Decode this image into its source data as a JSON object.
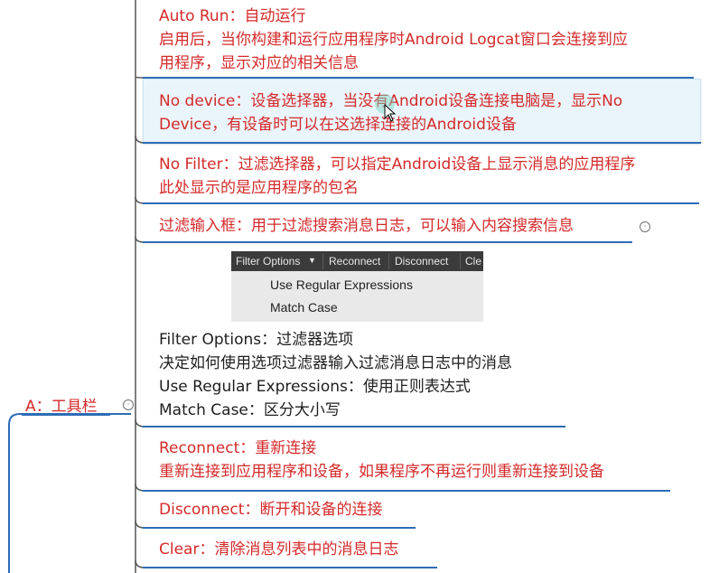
{
  "root": {
    "label": "A：工具栏"
  },
  "nodes": {
    "auto_run": {
      "title": "Auto Run：自动运行",
      "line2": "启用后，当你构建和运行应用程序时Android Logcat窗口会连接到应",
      "line3": "用程序，显示对应的相关信息"
    },
    "no_device": {
      "line1": "No device：设备选择器，当没有Android设备连接电脑是，显示No",
      "line2": "Device，有设备时可以在这选择连接的Android设备"
    },
    "no_filter": {
      "line1": "No Filter：过滤选择器，可以指定Android设备上显示消息的应用程序",
      "line2": "此处显示的是应用程序的包名"
    },
    "filter_input": {
      "line1": "过滤输入框：用于过滤搜索消息日志，可以输入内容搜索信息"
    },
    "filter_options": {
      "line1": "Filter Options：过滤器选项",
      "line2": "决定如何使用选项过滤器输入过滤消息日志中的消息",
      "line3": "Use Regular Expressions：使用正则表达式",
      "line4": "Match Case：区分大小写"
    },
    "reconnect": {
      "line1": "Reconnect：重新连接",
      "line2": "重新连接到应用程序和设备，如果程序不再运行则重新连接到设备"
    },
    "disconnect": {
      "line1": "Disconnect：断开和设备的连接"
    },
    "clear": {
      "line1": "Clear：清除消息列表中的消息日志"
    }
  },
  "screenshot": {
    "toolbar": {
      "filter_options": "Filter Options",
      "filter_arrow": "▼",
      "reconnect": "Reconnect",
      "disconnect": "Disconnect",
      "clear_truncated": "Cle"
    },
    "menu": [
      "Use Regular Expressions",
      "Match Case"
    ]
  },
  "colors": {
    "accent_red": "#d42a2a",
    "underline_blue": "#2d6cb5",
    "text_dark": "#1e1e1e",
    "highlight": "#eaf5fb"
  },
  "icons": {
    "collapse": "circle-dot-icon"
  }
}
